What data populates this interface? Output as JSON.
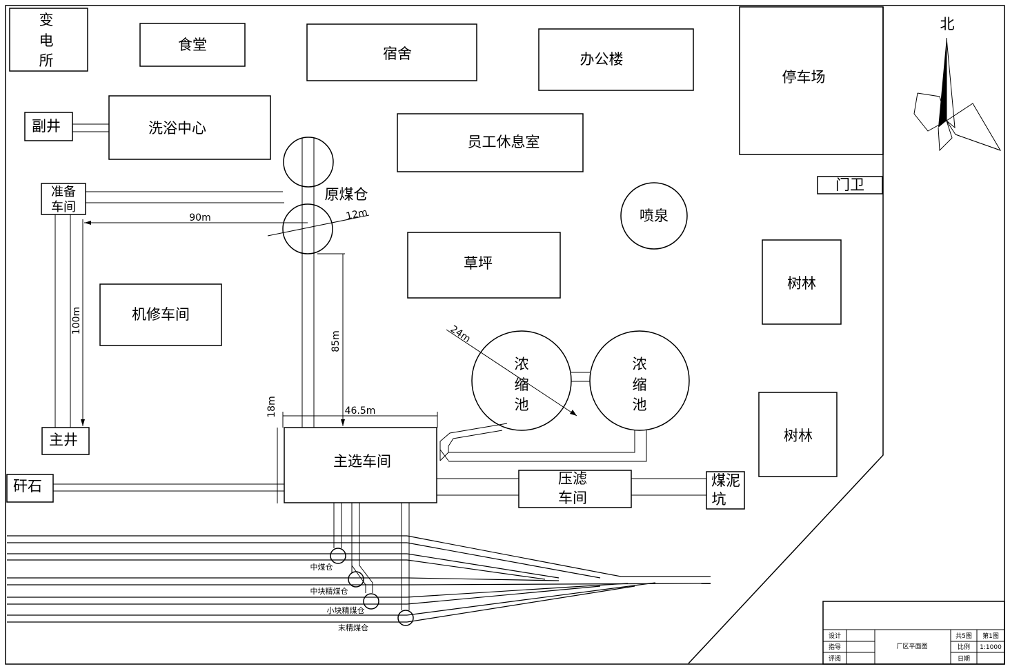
{
  "drawing": {
    "north_label": "北",
    "buildings": {
      "substation": [
        "变",
        "电",
        "所"
      ],
      "canteen": "食堂",
      "dormitory": "宿舍",
      "office": "办公楼",
      "parking": "停车场",
      "aux_shaft": "副井",
      "bath_center": "洗浴中心",
      "staff_lounge": "员工休息室",
      "prep_workshop": [
        "准备",
        "车间"
      ],
      "raw_coal_bin": "原煤仓",
      "gate": "门卫",
      "fountain": "喷泉",
      "lawn": "草坪",
      "woods_1": "树林",
      "woods_2": "树林",
      "repair_workshop": "机修车间",
      "thickener_1": [
        "浓",
        "缩",
        "池"
      ],
      "thickener_2": [
        "浓",
        "缩",
        "池"
      ],
      "main_shaft": "主井",
      "gangue": "矸石",
      "main_prep": "主选车间",
      "filter_press": [
        "压滤",
        "车间"
      ],
      "slime_pit": [
        "煤泥",
        "坑"
      ]
    },
    "bins": {
      "mid_coal": "中煤仓",
      "mid_lump": "中块精煤仓",
      "small_lump": "小块精煤仓",
      "fine_coal": "末精煤仓"
    },
    "dimensions": {
      "d90": "90m",
      "d12": "12m",
      "d100": "100m",
      "d85": "85m",
      "d24": "24m",
      "d18": "18m",
      "d465": "46.5m"
    }
  },
  "title_block": {
    "design": "设计",
    "guide": "指导",
    "review": "评阅",
    "drawing_name": "厂区平面图",
    "total": "共5图",
    "sheet": "第1图",
    "scale_label": "比例",
    "scale": "1:1000",
    "date_label": "日期"
  }
}
